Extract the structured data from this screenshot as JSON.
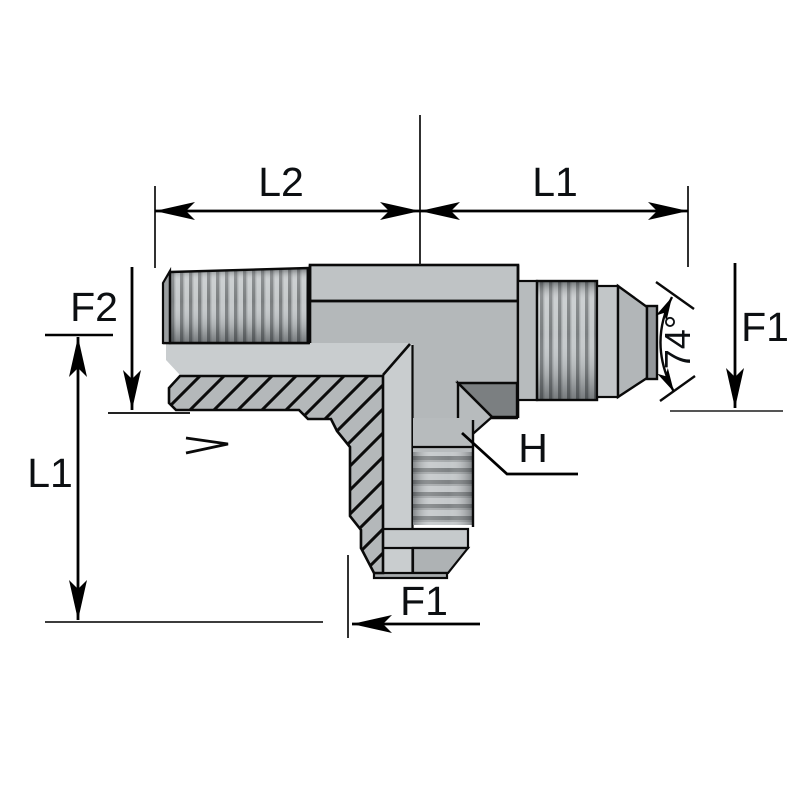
{
  "drawing": {
    "title": "tee-adapter-technical-drawing",
    "labels": {
      "top_left_dim": "L2",
      "top_right_dim": "L1",
      "left_thread": "F2",
      "left_height_dim": "L1",
      "right_thread": "F1",
      "flare_angle": "74°",
      "hex_ref": "H",
      "bottom_thread": "F1"
    },
    "colors": {
      "background": "#ffffff",
      "body_gray": "#b4b8ba",
      "body_light": "#c9cdcf",
      "body_dark_notch": "#7b7f81",
      "end_face": "#93979a",
      "outline": "#0a0a0a",
      "label_text": "#0c0f12",
      "thread_dark": "#7b7f81",
      "thread_light": "#c6cacc"
    }
  }
}
